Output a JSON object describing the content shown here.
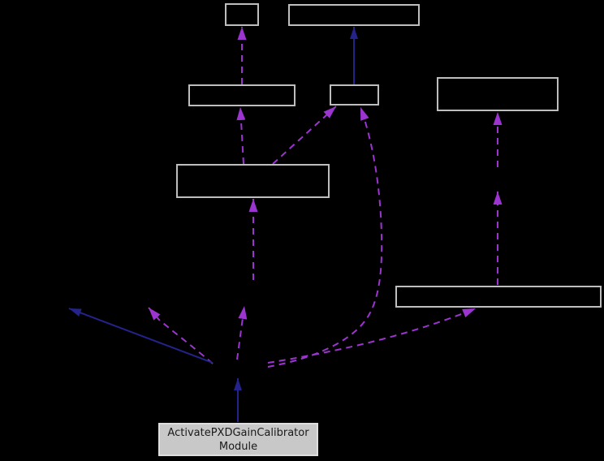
{
  "diagram": {
    "type": "collaboration-graph",
    "main_node": {
      "line1": "ActivatePXDGainCalibrator",
      "line2": "Module"
    },
    "colors": {
      "background": "#000000",
      "node_border": "#bebebe",
      "node_fill": "#000000",
      "main_node_fill": "#c8c8c8",
      "main_node_border": "#dfdfdf",
      "main_node_text": "#1a1a1a",
      "inheritance_edge": "#23238b",
      "usage_edge": "#9c34d0"
    }
  }
}
